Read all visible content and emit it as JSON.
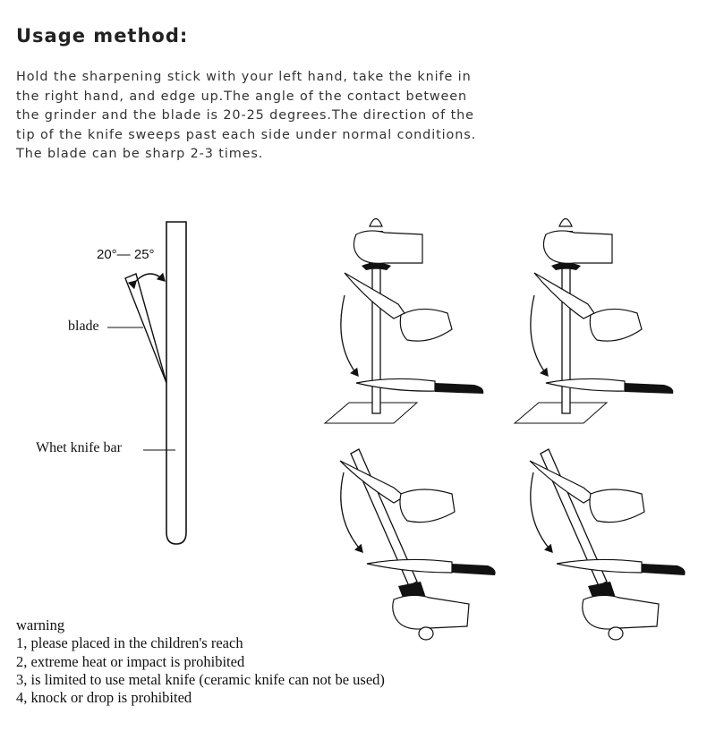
{
  "title": "Usage method:",
  "description_lines": [
    "Hold the sharpening stick with your left hand, take the knife in",
    "the right hand, and edge up.The angle of the contact between",
    "the grinder and the blade is 20-25 degrees.The direction of the",
    "tip of the knife sweeps past each side under normal conditions.",
    "The blade can be sharp 2-3 times."
  ],
  "diagram": {
    "angle_label": "20°— 25°",
    "blade_label": "blade",
    "bar_label": "Whet knife bar"
  },
  "warning": {
    "heading": "warning",
    "items": [
      "1, please placed in the children's reach",
      "2, extreme heat or impact is prohibited",
      "3, is limited to use metal knife (ceramic knife can not be used)",
      "4, knock or drop is prohibited"
    ]
  }
}
